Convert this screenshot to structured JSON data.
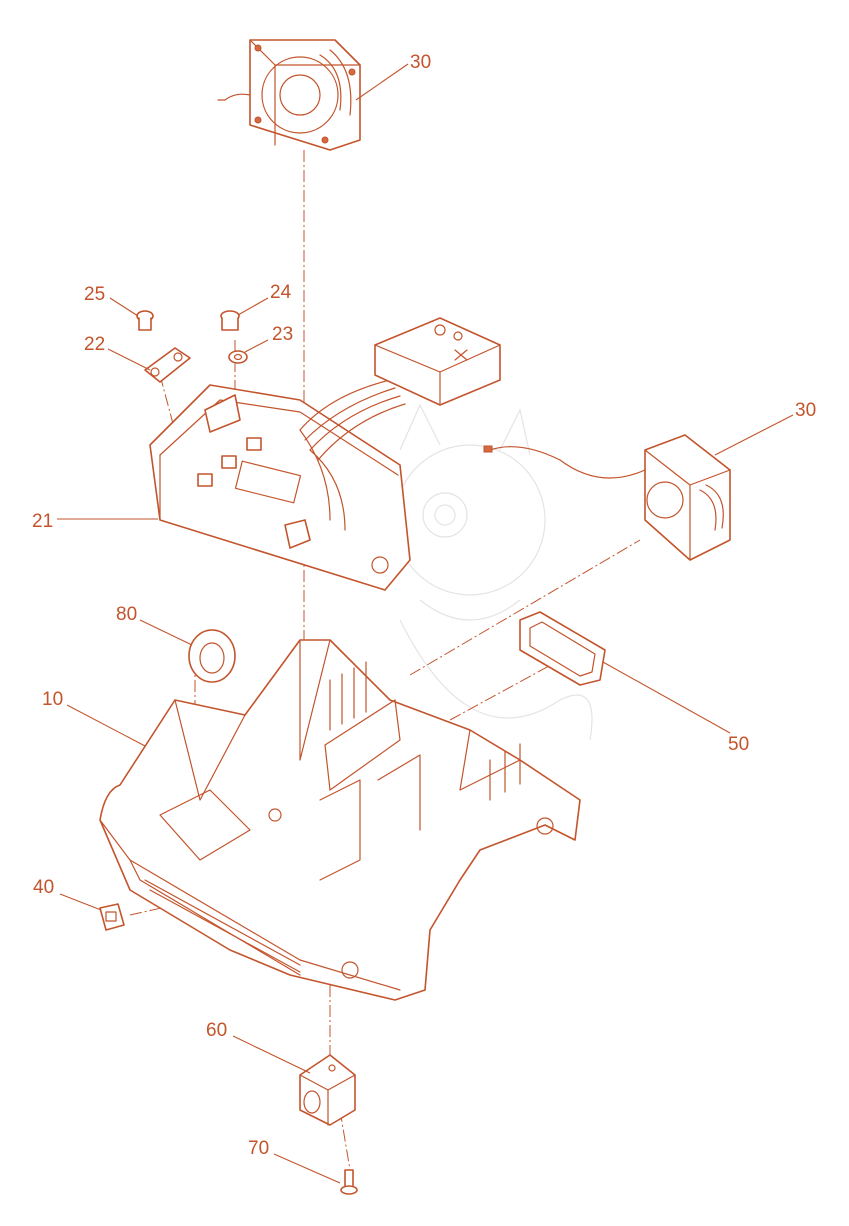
{
  "callouts": [
    {
      "id": "30a",
      "text": "30"
    },
    {
      "id": "25",
      "text": "25"
    },
    {
      "id": "24",
      "text": "24"
    },
    {
      "id": "23",
      "text": "23"
    },
    {
      "id": "22",
      "text": "22"
    },
    {
      "id": "30b",
      "text": "30"
    },
    {
      "id": "21",
      "text": "21"
    },
    {
      "id": "80",
      "text": "80"
    },
    {
      "id": "10",
      "text": "10"
    },
    {
      "id": "50",
      "text": "50"
    },
    {
      "id": "40",
      "text": "40"
    },
    {
      "id": "60",
      "text": "60"
    },
    {
      "id": "70",
      "text": "70"
    }
  ],
  "colors": {
    "line": "#c3542c",
    "background": "#ffffff"
  }
}
